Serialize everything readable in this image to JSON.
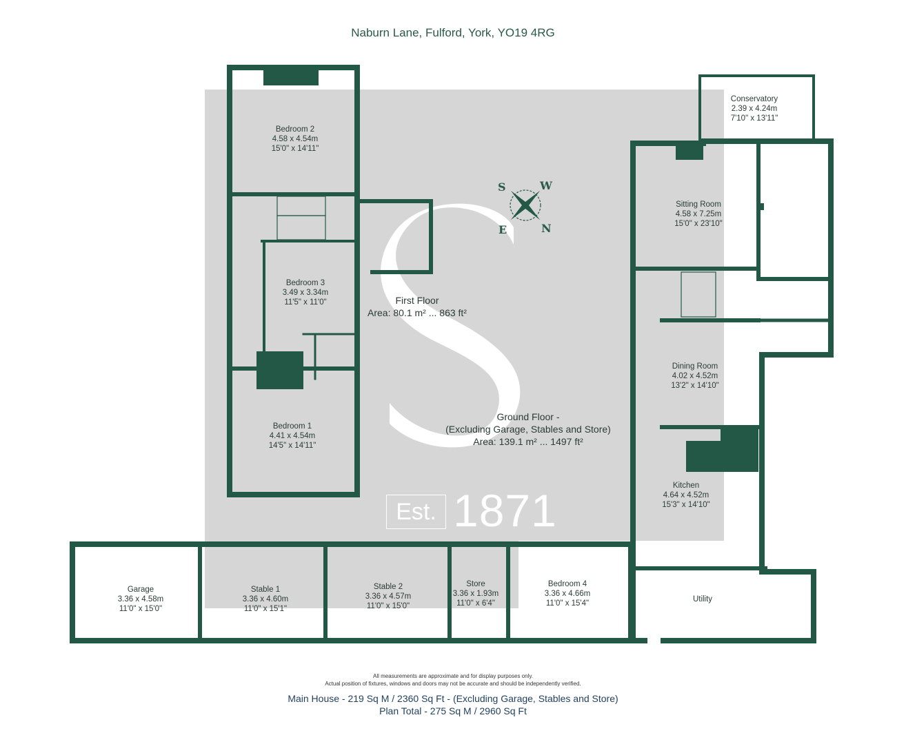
{
  "header": {
    "address": "Naburn Lane, Fulford, York, YO19 4RG"
  },
  "compass": {
    "s": "S",
    "w": "W",
    "e": "E",
    "n": "N"
  },
  "watermark": {
    "est": "Est.",
    "year": "1871"
  },
  "rooms": {
    "bedroom2": {
      "name": "Bedroom 2",
      "metric": "4.58 x 4.54m",
      "imperial": "15'0\" x 14'11\""
    },
    "bedroom3": {
      "name": "Bedroom 3",
      "metric": "3.49 x 3.34m",
      "imperial": "11'5\" x 11'0\""
    },
    "bedroom1": {
      "name": "Bedroom 1",
      "metric": "4.41 x 4.54m",
      "imperial": "14'5\" x 14'11\""
    },
    "conservatory": {
      "name": "Conservatory",
      "metric": "2.39 x 4.24m",
      "imperial": "7'10\" x 13'11\""
    },
    "sitting": {
      "name": "Sitting Room",
      "metric": "4.58 x 7.25m",
      "imperial": "15'0\" x 23'10\""
    },
    "dining": {
      "name": "Dining Room",
      "metric": "4.02 x 4.52m",
      "imperial": "13'2\" x 14'10\""
    },
    "kitchen": {
      "name": "Kitchen",
      "metric": "4.64 x 4.52m",
      "imperial": "15'3\" x 14'10\""
    },
    "garage": {
      "name": "Garage",
      "metric": "3.36 x 4.58m",
      "imperial": "11'0\" x 15'0\""
    },
    "stable1": {
      "name": "Stable 1",
      "metric": "3.36 x 4.60m",
      "imperial": "11'0\" x 15'1\""
    },
    "stable2": {
      "name": "Stable 2",
      "metric": "3.36 x 4.57m",
      "imperial": "11'0\" x 15'0\""
    },
    "store": {
      "name": "Store",
      "metric": "3.36 x 1.93m",
      "imperial": "11'0\" x 6'4\""
    },
    "bedroom4": {
      "name": "Bedroom 4",
      "metric": "3.36 x 4.66m",
      "imperial": "11'0\" x 15'4\""
    },
    "utility": {
      "name": "Utility"
    }
  },
  "floors": {
    "first": {
      "name": "First Floor",
      "area": "Area: 80.1 m² ... 863 ft²"
    },
    "ground": {
      "name": "Ground Floor -",
      "note": "(Excluding Garage, Stables and Store)",
      "area": "Area: 139.1 m² ... 1497 ft²"
    }
  },
  "footer": {
    "disclaimer1": "All measurements are approximate and for display purposes only.",
    "disclaimer2": "Actual position of fixtures, windows and doors may not be accurate and should be independently verified.",
    "main_house": "Main House - 219 Sq M / 2360 Sq Ft - (Excluding Garage, Stables and Store)",
    "plan_total": "Plan Total - 275 Sq M / 2960 Sq Ft"
  },
  "colors": {
    "wall": "#245846",
    "watermark": "#d6d6d6",
    "text": "#2b3c36"
  }
}
